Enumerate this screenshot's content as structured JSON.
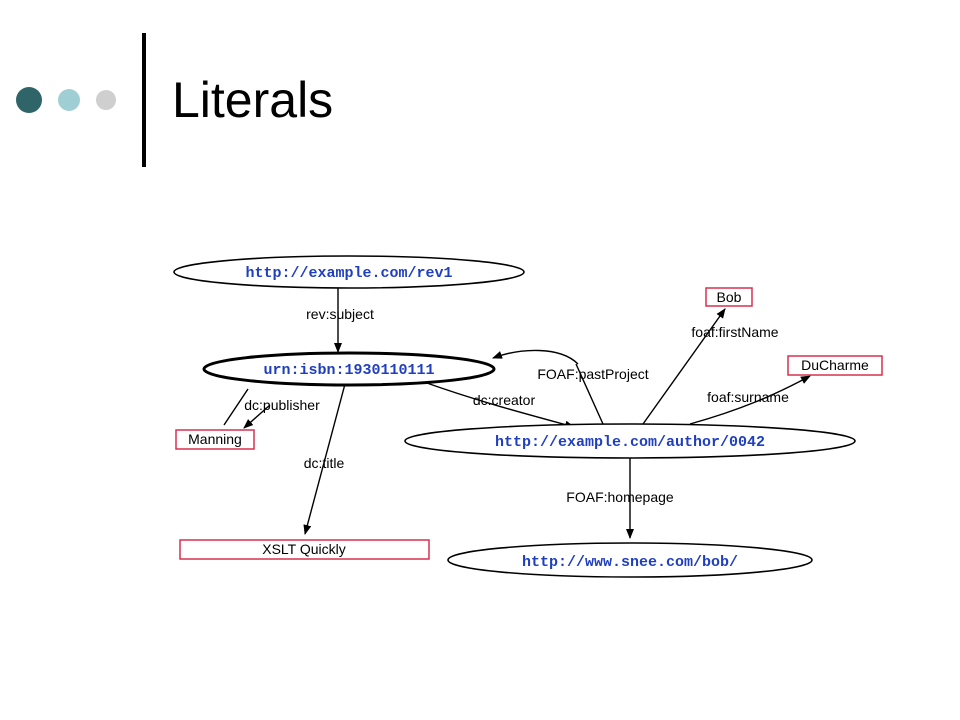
{
  "slide": {
    "title": "Literals"
  },
  "colors": {
    "dot_1": "#2f6468",
    "dot_2": "#9fcfd4",
    "dot_3": "#cfcfcf",
    "uri_text": "#1f3fbf",
    "literal_border": "#d9304f",
    "edge": "#000000"
  },
  "graph": {
    "resources": {
      "rev1": "http://example.com/rev1",
      "isbn": "urn:isbn:1930110111",
      "author": "http://example.com/author/0042",
      "homepage": "http://www.snee.com/bob/"
    },
    "literals": {
      "bob": "Bob",
      "ducharme": "DuCharme",
      "manning": "Manning",
      "title": "XSLT Quickly"
    },
    "properties": {
      "subject": "rev:subject",
      "past_project": "FOAF:pastProject",
      "first_name": "foaf:firstName",
      "surname": "foaf:surname",
      "publisher": "dc:publisher",
      "creator": "dc:creator",
      "dc_title": "dc:title",
      "homepage": "FOAF:homepage"
    }
  }
}
